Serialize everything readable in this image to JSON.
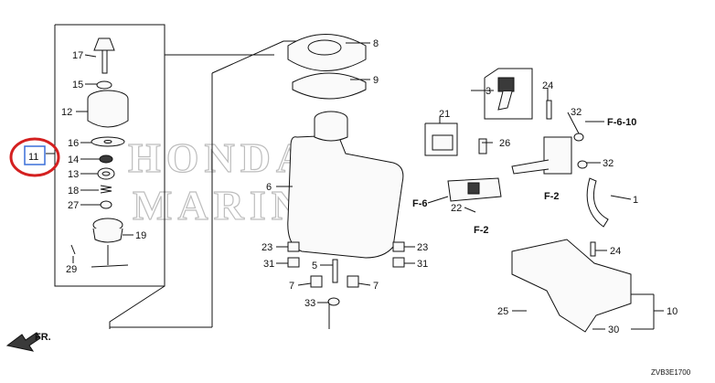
{
  "diagram": {
    "watermark": [
      "HONDA",
      "MARINE"
    ],
    "catalog_code": "ZVB3E1700",
    "front_indicator": "FR.",
    "highlighted_callout": "11",
    "callouts": [
      "17",
      "15",
      "12",
      "16",
      "14",
      "13",
      "18",
      "27",
      "19",
      "29",
      "11",
      "8",
      "9",
      "6",
      "3",
      "24",
      "21",
      "32",
      "F-6-10",
      "26",
      "32",
      "F-6",
      "22",
      "F-2",
      "F-2",
      "1",
      "23",
      "31",
      "5",
      "7",
      "33",
      "7",
      "23",
      "31",
      "24",
      "10",
      "25",
      "30"
    ]
  }
}
